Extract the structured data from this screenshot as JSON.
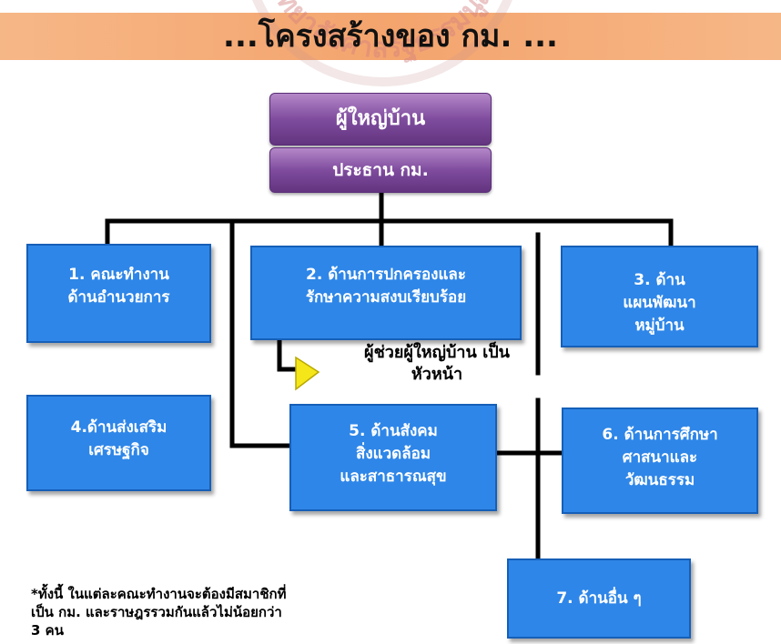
{
  "title": "...โครงสร้างของ กม. ...",
  "watermark_text": "วิทยาลัยศาลรัฐธรรมนูญ",
  "head": {
    "top_label": "ผู้ใหญ่บ้าน",
    "bottom_label": "ประธาน กม."
  },
  "boxes": [
    {
      "lines": [
        "1. คณะทำงาน",
        "ด้านอำนวยการ"
      ]
    },
    {
      "lines": [
        "2. ด้านการปกครองและ",
        "รักษาความสงบเรียบร้อย"
      ]
    },
    {
      "lines": [
        "3. ด้าน",
        "แผนพัฒนา",
        "หมู่บ้าน"
      ]
    },
    {
      "lines": [
        "4.ด้านส่งเสริม",
        "เศรษฐกิจ"
      ]
    },
    {
      "lines": [
        "5. ด้านสังคม",
        "สิ่งแวดล้อม",
        "และสาธารณสุข"
      ]
    },
    {
      "lines": [
        "6. ด้านการศึกษา",
        "ศาสนาและ",
        "วัฒนธรรม"
      ]
    },
    {
      "lines": [
        "7. ด้านอื่น ๆ"
      ]
    }
  ],
  "assistant_label": {
    "line1": "ผู้ช่วยผู้ใหญ่บ้าน เป็น",
    "line2": "หัวหน้า"
  },
  "note": {
    "line1": "*ทั้งนี้ ในแต่ละคณะทำงานจะต้องมีสมาชิกที่",
    "line2": "เป็น กม. และราษฎรรวมกันแล้วไม่น้อยกว่า",
    "line3": "3 คน"
  },
  "colors": {
    "box_fill": "#2e86e8",
    "head_fill": "#7f4c9e",
    "title_band": "#f4a46d",
    "arrow": "#f5e61a"
  }
}
